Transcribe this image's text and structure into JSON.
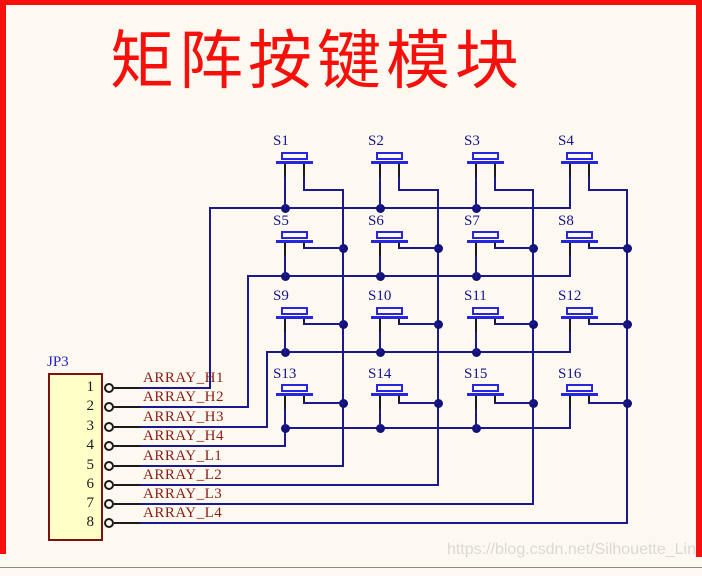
{
  "title": "矩阵按键模块",
  "watermark": "https://blog.csdn.net/Silhouette_Lin",
  "connector": {
    "name": "JP3",
    "pins": [
      {
        "number": "1",
        "net": "ARRAY_H1"
      },
      {
        "number": "2",
        "net": "ARRAY_H2"
      },
      {
        "number": "3",
        "net": "ARRAY_H3"
      },
      {
        "number": "4",
        "net": "ARRAY_H4"
      },
      {
        "number": "5",
        "net": "ARRAY_L1"
      },
      {
        "number": "6",
        "net": "ARRAY_L2"
      },
      {
        "number": "7",
        "net": "ARRAY_L3"
      },
      {
        "number": "8",
        "net": "ARRAY_L4"
      }
    ]
  },
  "buttons": [
    "S1",
    "S2",
    "S3",
    "S4",
    "S5",
    "S6",
    "S7",
    "S8",
    "S9",
    "S10",
    "S11",
    "S12",
    "S13",
    "S14",
    "S15",
    "S16"
  ],
  "colors": {
    "background": "#fdf9f0",
    "frame_red": "#f6100b",
    "title_red": "#f6100b",
    "wire_blue": "#1a1a8c",
    "junction_blue": "#12127a",
    "symbol_blue": "#2626df",
    "button_label_blue": "#14148c",
    "connector_label_blue": "#2323c8",
    "net_label_maroon": "#8b1c15",
    "pin_black": "#1a1a1a",
    "connector_fill_yellow": "#ffffc8",
    "connector_border_maroon": "#7a1410",
    "watermark_gray": "#dadad2",
    "bottom_rule_gray": "#8a8a8a"
  }
}
